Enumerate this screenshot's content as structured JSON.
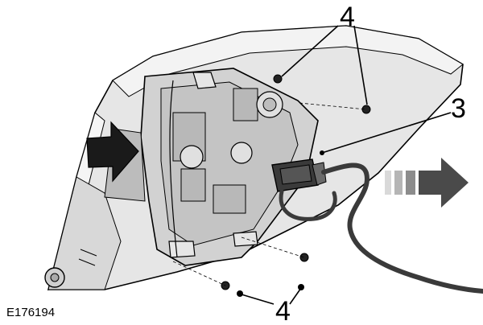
{
  "figure": {
    "id_label": "E176194",
    "callouts": {
      "fastener_top": "4",
      "connector": "3",
      "fastener_bottom": "4"
    }
  },
  "colors": {
    "line": "#000000",
    "lamp_light": "#e6e6e6",
    "lamp_mid": "#cfcfcf",
    "lamp_dark": "#a9a9a9",
    "arrow_dark": "#4a4a4a",
    "arrow_fade_1": "#d9d9d9",
    "arrow_fade_2": "#b5b5b5",
    "arrow_fade_3": "#8c8c8c"
  },
  "icons": {
    "push_arrow": "arrow-right-icon",
    "remove_arrow": "arrow-right-icon"
  }
}
